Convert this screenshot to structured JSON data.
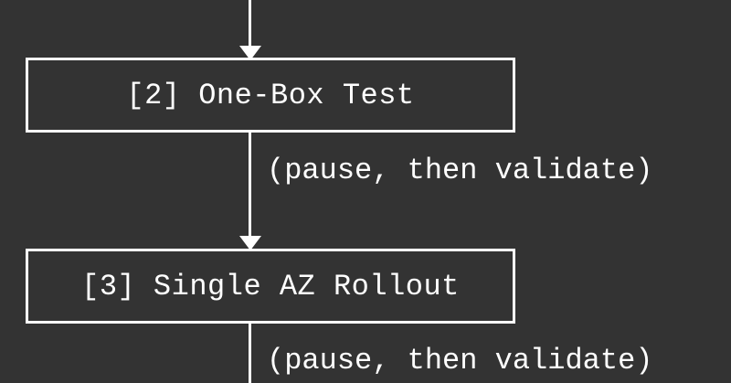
{
  "diagram": {
    "nodes": [
      {
        "id": "2",
        "label": "[2] One-Box Test"
      },
      {
        "id": "3",
        "label": "[3] Single AZ Rollout"
      }
    ],
    "edges": [
      {
        "from": "2",
        "to": "3",
        "label": "(pause, then validate)"
      },
      {
        "from": "3",
        "to": "next",
        "label": "(pause, then validate)"
      }
    ],
    "colors": {
      "background": "#333333",
      "foreground": "#ffffff"
    }
  }
}
